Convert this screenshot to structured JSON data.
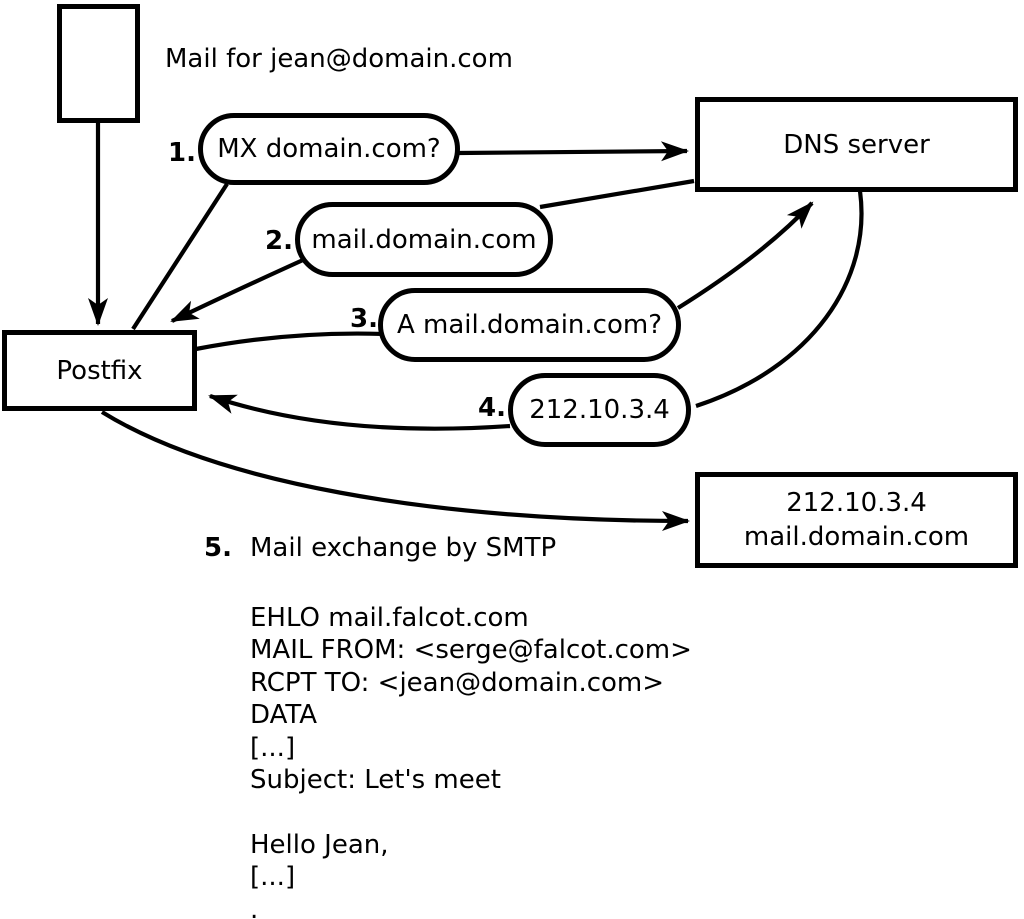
{
  "colors": {
    "ink": "#000000",
    "paper": "#ffffff"
  },
  "diagram": {
    "title": "Mail for jean@domain.com",
    "nodes": {
      "postfix": "Postfix",
      "dns": "DNS server",
      "mailserver_ip": "212.10.3.4",
      "mailserver_host": "mail.domain.com"
    },
    "steps": [
      {
        "num": "1.",
        "label": "MX domain.com?"
      },
      {
        "num": "2.",
        "label": "mail.domain.com"
      },
      {
        "num": "3.",
        "label": "A mail.domain.com?"
      },
      {
        "num": "4.",
        "label": "212.10.3.4"
      },
      {
        "num": "5.",
        "label": "Mail exchange by SMTP"
      }
    ],
    "smtp_transcript": "EHLO mail.falcot.com\nMAIL FROM: <serge@falcot.com>\nRCPT TO: <jean@domain.com>\nDATA\n[...]\nSubject: Let's meet\n\nHello Jean,\n[...]\n."
  }
}
